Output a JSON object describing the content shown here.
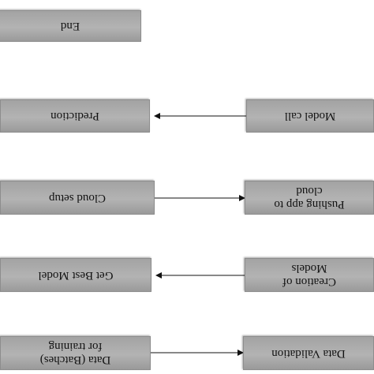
{
  "diagram": {
    "nodes": {
      "end": "End",
      "prediction": "Prediction",
      "model_call": "Model call",
      "cloud_setup": "Cloud setup",
      "pushing_app": "Pushing app to\ncloud",
      "get_best_model": "Get Best Model",
      "creation_of_models": "Creation of\nModels",
      "data_batches": "Data (Batches)\nfor training",
      "data_validation": "Data Validation"
    },
    "edges": [
      {
        "from": "model_call",
        "to": "prediction"
      },
      {
        "from": "cloud_setup",
        "to": "pushing_app"
      },
      {
        "from": "creation_of_models",
        "to": "get_best_model"
      },
      {
        "from": "data_batches",
        "to": "data_validation"
      }
    ],
    "colors": {
      "box_fill": "#a8a8a8",
      "line": "#111111"
    }
  }
}
